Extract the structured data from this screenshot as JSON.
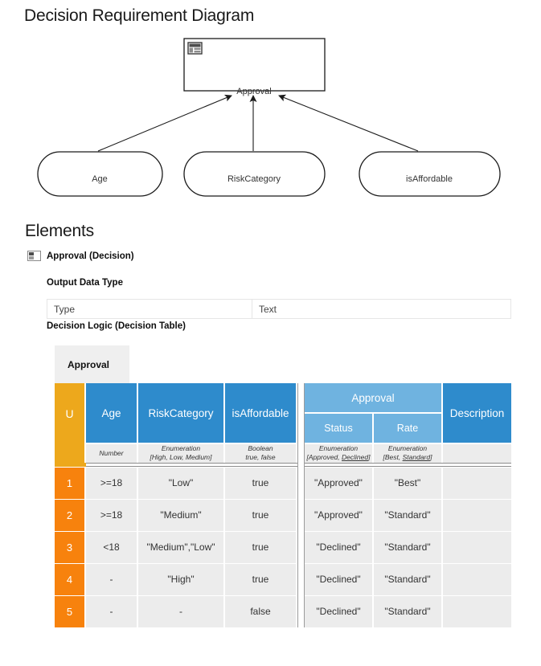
{
  "page": {
    "title": "Decision Requirement Diagram",
    "elements_heading": "Elements"
  },
  "diagram": {
    "decision": {
      "label": "Approval",
      "icon": "decision-table-icon"
    },
    "inputs": [
      {
        "label": "Age"
      },
      {
        "label": "RiskCategory"
      },
      {
        "label": "isAffordable"
      }
    ]
  },
  "elements": {
    "entry": {
      "icon": "decision-table-icon",
      "label": "Approval (Decision)"
    },
    "output_data_type": {
      "heading": "Output Data Type",
      "rows": [
        {
          "key": "Type",
          "value": "Text"
        }
      ]
    },
    "decision_logic": {
      "heading": "Decision Logic (Decision Table)",
      "tab_label": "Approval"
    }
  },
  "decision_table": {
    "hit_policy": "U",
    "input_headers": [
      "Age",
      "RiskCategory",
      "isAffordable"
    ],
    "output_group": "Approval",
    "output_headers": [
      "Status",
      "Rate"
    ],
    "description_header": "Description",
    "input_types": [
      {
        "line1": "Number",
        "line2": "",
        "underlined": ""
      },
      {
        "line1": "Enumeration",
        "line2": "[High, Low, Medium]",
        "underlined": ""
      },
      {
        "line1": "Boolean",
        "line2": "true, false",
        "underlined": ""
      }
    ],
    "output_types": [
      {
        "line1": "Enumeration",
        "pre": "[Approved, ",
        "underlined": "Declined",
        "post": "]"
      },
      {
        "line1": "Enumeration",
        "pre": "[Best, ",
        "underlined": "Standard",
        "post": "]"
      }
    ],
    "rows": [
      {
        "n": "1",
        "age": ">=18",
        "risk": "\"Low\"",
        "afford": "true",
        "status": "\"Approved\"",
        "rate": "\"Best\"",
        "description": ""
      },
      {
        "n": "2",
        "age": ">=18",
        "risk": "\"Medium\"",
        "afford": "true",
        "status": "\"Approved\"",
        "rate": "\"Standard\"",
        "description": ""
      },
      {
        "n": "3",
        "age": "<18",
        "risk": "\"Medium\",\"Low\"",
        "afford": "true",
        "status": "\"Declined\"",
        "rate": "\"Standard\"",
        "description": ""
      },
      {
        "n": "4",
        "age": "-",
        "risk": "\"High\"",
        "afford": "true",
        "status": "\"Declined\"",
        "rate": "\"Standard\"",
        "description": ""
      },
      {
        "n": "5",
        "age": "-",
        "risk": "-",
        "afford": "false",
        "status": "\"Declined\"",
        "rate": "\"Standard\"",
        "description": ""
      }
    ]
  },
  "colors": {
    "hit_policy": "#EDA81C",
    "row_number": "#F7820D",
    "input_header": "#2E8BCC",
    "output_header": "#6FB3E0",
    "cell_background": "#ECECEC",
    "tab_background": "#EFEFEF"
  }
}
